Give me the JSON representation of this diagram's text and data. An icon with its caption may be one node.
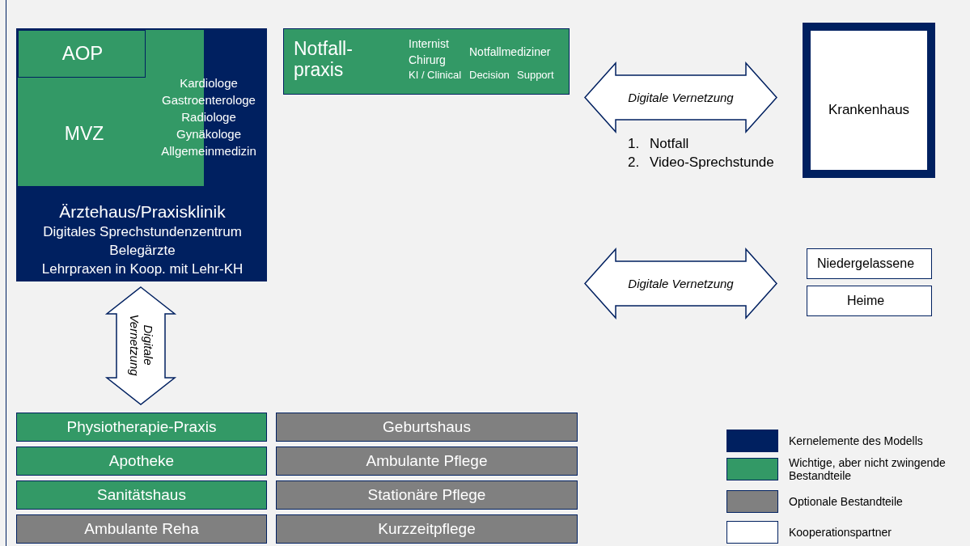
{
  "diagram": {
    "nodes": [
      {
        "text": [
          "Ärztehaus/Praxisklinik",
          "Digitales Sprechstundenzentrum",
          "Belegärzte",
          "Lehrpraxen in Koop. mit Lehr-KH"
        ]
      },
      {
        "text": [
          "MVZ",
          "Kardiologe",
          "Gastroenterologe",
          "Radiologe",
          "Gynäkologe",
          "Allgemeinmedizin"
        ],
        "in": 0
      },
      {
        "text": [
          "AOP"
        ],
        "in": 1
      },
      {
        "text": [
          "Notfall- praxis",
          "Internist",
          "Chirurg",
          "Notfallmediziner",
          "KI / Clinical",
          "Decision",
          "Support"
        ]
      },
      {
        "text": [
          "Digitale Vernetzung"
        ]
      },
      {
        "text": [
          "Krankenhaus"
        ]
      },
      {
        "text": [
          "Digitale Vernetzung"
        ]
      },
      {
        "text": [
          "Niedergelassene"
        ]
      },
      {
        "text": [
          "Heime"
        ]
      },
      {
        "text": [
          "Digitale Vernetzung"
        ]
      },
      {
        "text": [
          "Physiotherapie-Praxis"
        ]
      },
      {
        "text": [
          "Apotheke"
        ]
      },
      {
        "text": [
          "Sanitätshaus"
        ]
      },
      {
        "text": [
          "Ambulante Reha"
        ]
      },
      {
        "text": [
          "Geburtshaus"
        ]
      },
      {
        "text": [
          "Ambulante Pflege"
        ]
      },
      {
        "text": [
          "Stationäre Pflege"
        ]
      },
      {
        "text": [
          "Kurzzeitpflege"
        ]
      }
    ],
    "labels": [
      "1.",
      "Notfall",
      "2.",
      "Video-Sprechstunde"
    ],
    "legend": [
      {
        "text": "Kernelemente des Modells",
        "color": "#002060"
      },
      {
        "text": "Wichtige, aber nicht zwingende Bestandteile",
        "color": "#339966"
      },
      {
        "text": "Optionale Bestandteile",
        "color": "#808080"
      },
      {
        "text": "Kooperationspartner",
        "color": "#ffffff"
      }
    ]
  }
}
